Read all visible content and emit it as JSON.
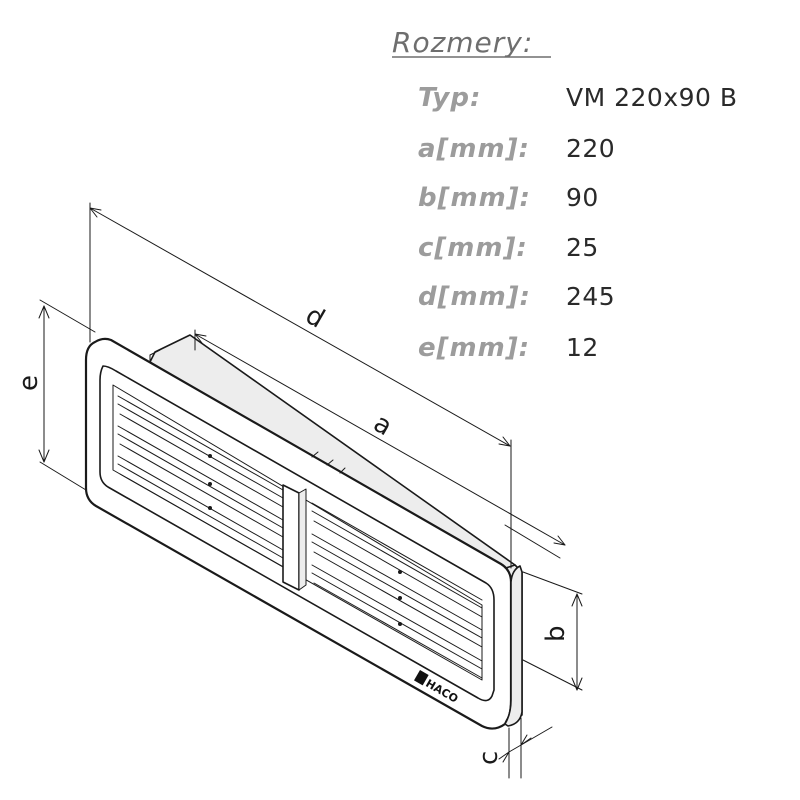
{
  "specs": {
    "heading": "Rozmery:",
    "rows": [
      {
        "label": "Typ:",
        "value": "VM 220x90 B"
      },
      {
        "label": "a[mm]:",
        "value": "220"
      },
      {
        "label": "b[mm]:",
        "value": "90"
      },
      {
        "label": "c[mm]:",
        "value": "25"
      },
      {
        "label": "d[mm]:",
        "value": "245"
      },
      {
        "label": "e[mm]:",
        "value": "12"
      }
    ]
  },
  "dimensions": {
    "a": "a",
    "b": "b",
    "c": "c",
    "d": "d",
    "e": "e"
  },
  "brand": {
    "name": "HACO"
  },
  "colors": {
    "heading": "#6e6e6e",
    "label": "#9c9c9c",
    "value": "#2a2a2a",
    "line": "#1a1a1a"
  }
}
